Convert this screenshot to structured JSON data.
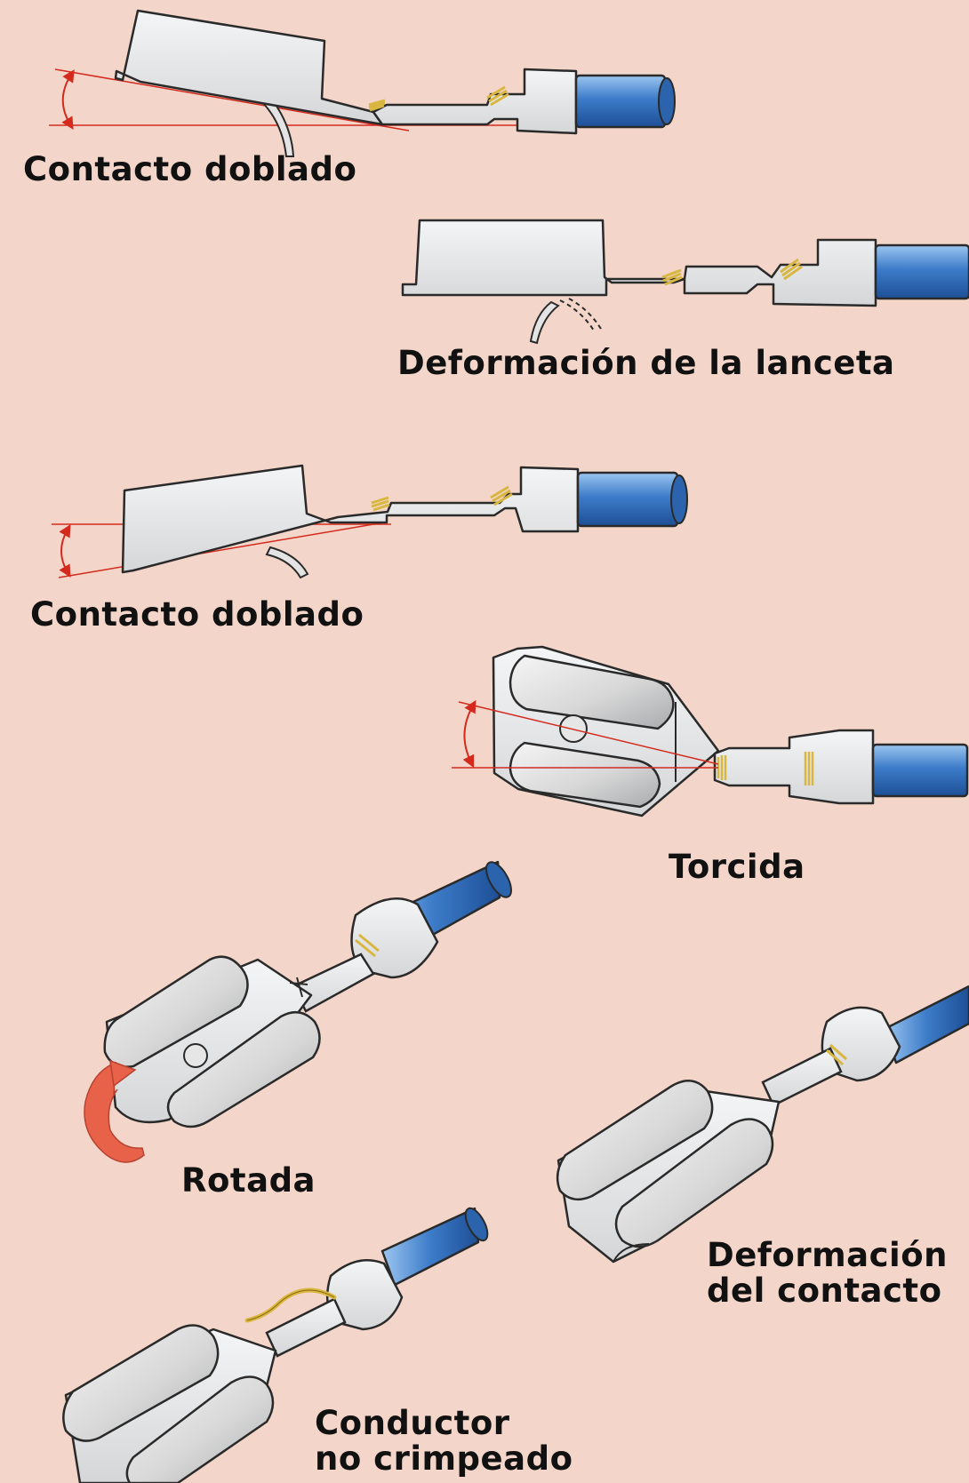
{
  "labels": {
    "contacto_doblado_1": "Contacto doblado",
    "deformacion_lanceta": "Deformación de la lanceta",
    "contacto_doblado_2": "Contacto doblado",
    "torcida": "Torcida",
    "rotada": "Rotada",
    "deformacion_contacto": "Deformación\ndel contacto",
    "conductor_no_crimpeado": "Conductor\nno crimpeado"
  },
  "colors": {
    "background": "#f3d6c9",
    "metal": "#e8eaec",
    "outline": "#2a2a2a",
    "cable_blue": "#3d7cc9",
    "wire_strands": "#d8b640",
    "angle_marker": "#d42a1e",
    "rotation_arrow": "#e8624a"
  },
  "icons": {
    "rotation_indicator": "rotation-arrow-icon",
    "angle_indicator": "angle-arc-icon"
  }
}
